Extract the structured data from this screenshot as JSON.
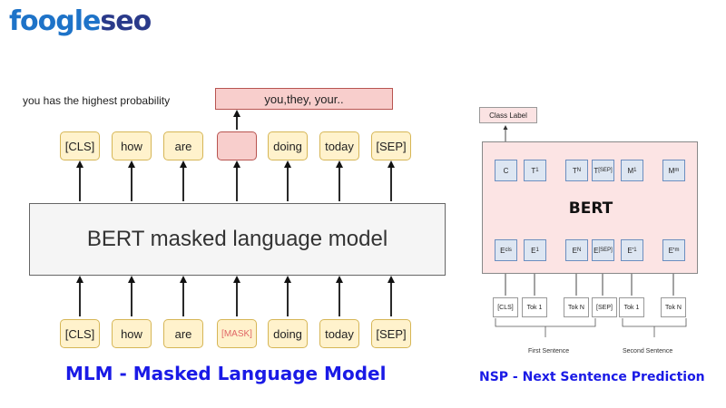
{
  "logo": {
    "part1": "foogle",
    "part2": "seo"
  },
  "mlm": {
    "prediction_note": "you has the highest probability",
    "prediction": "you,they, your..",
    "output_tokens": [
      "[CLS]",
      "how",
      "are",
      "",
      "doing",
      "today",
      "[SEP]"
    ],
    "model_label": "BERT masked language model",
    "input_tokens": [
      "[CLS]",
      "how",
      "are",
      "[MASK]",
      "doing",
      "today",
      "[SEP]"
    ],
    "caption": "MLM - Masked Language Model"
  },
  "nsp": {
    "class_label": "Class Label",
    "model_label": "BERT",
    "outputs": [
      "C",
      "T1",
      "TN",
      "T[SEP]",
      "M1",
      "Mm"
    ],
    "embeddings": [
      "Ecls",
      "E1",
      "EN",
      "E[SEP]",
      "E'1",
      "E'm"
    ],
    "input_tokens": [
      "[CLS]",
      "Tok 1",
      "Tok N",
      "[SEP]",
      "Tok 1",
      "Tok N"
    ],
    "first_sentence": "First Sentence",
    "second_sentence": "Second Sentence",
    "caption": "NSP - Next Sentence Prediction"
  },
  "colors": {
    "token_fill": "#fff2cc",
    "token_border": "#d6b656",
    "mask_fill": "#f8cecc",
    "mask_text": "#e06666",
    "caption": "#1a1ae6",
    "nsp_box": "#fce4e4",
    "nsp_cell": "#dde6f2"
  }
}
